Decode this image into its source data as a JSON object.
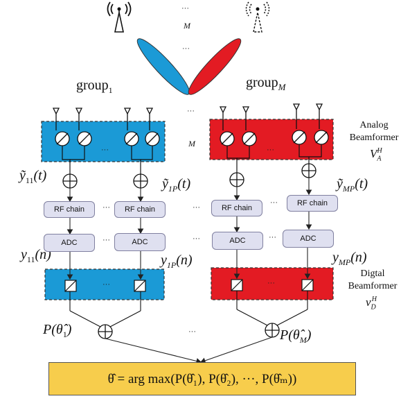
{
  "diagram": {
    "antenna_dots": "···",
    "antenna_M": "M",
    "group_left": {
      "base": "group",
      "sub": "1"
    },
    "group_right": {
      "base": "group",
      "sub": "M"
    },
    "analog_label_1": "Analog",
    "analog_label_2": "Beamformer",
    "analog_matrix": {
      "base": "V",
      "sub": "A",
      "sup": "H"
    },
    "digital_label_1": "Digtal",
    "digital_label_2": "Beamformer",
    "digital_matrix": {
      "base": "v",
      "sub": "D",
      "sup": "H"
    },
    "rf_chain_label": "RF chain",
    "adc_label": "ADC",
    "dots": "···",
    "array_M": "M",
    "signals": {
      "y11_t": {
        "base": "ỹ",
        "sub": "11",
        "arg": "(t)"
      },
      "y1P_t": {
        "base": "ỹ",
        "sub": "1P",
        "arg": "(t)"
      },
      "yMP_t": {
        "base": "ỹ",
        "sub": "MP",
        "arg": "(t)"
      },
      "y11_n": {
        "base": "y",
        "sub": "11",
        "arg": "(n)"
      },
      "y1P_n": {
        "base": "y",
        "sub": "1P",
        "arg": "(n)"
      },
      "yMP_n": {
        "base": "y",
        "sub": "MP",
        "arg": "(n)"
      }
    },
    "p1": {
      "prefix": "P(",
      "base": "θ̂",
      "sub": "1",
      "suffix": ")"
    },
    "pM": {
      "prefix": "P(",
      "base": "θ̂",
      "sub": "M",
      "suffix": ")"
    },
    "formula": "θ̂ = arg max(P(θ̂₁),  P(θ̂₂),   ···,  P(θ̂ₘ))",
    "colors": {
      "blue_group": "#1b9ad6",
      "red_group": "#e31b23",
      "block_fill": "#dfe0f0",
      "formula_fill": "#f7cd4c"
    }
  }
}
